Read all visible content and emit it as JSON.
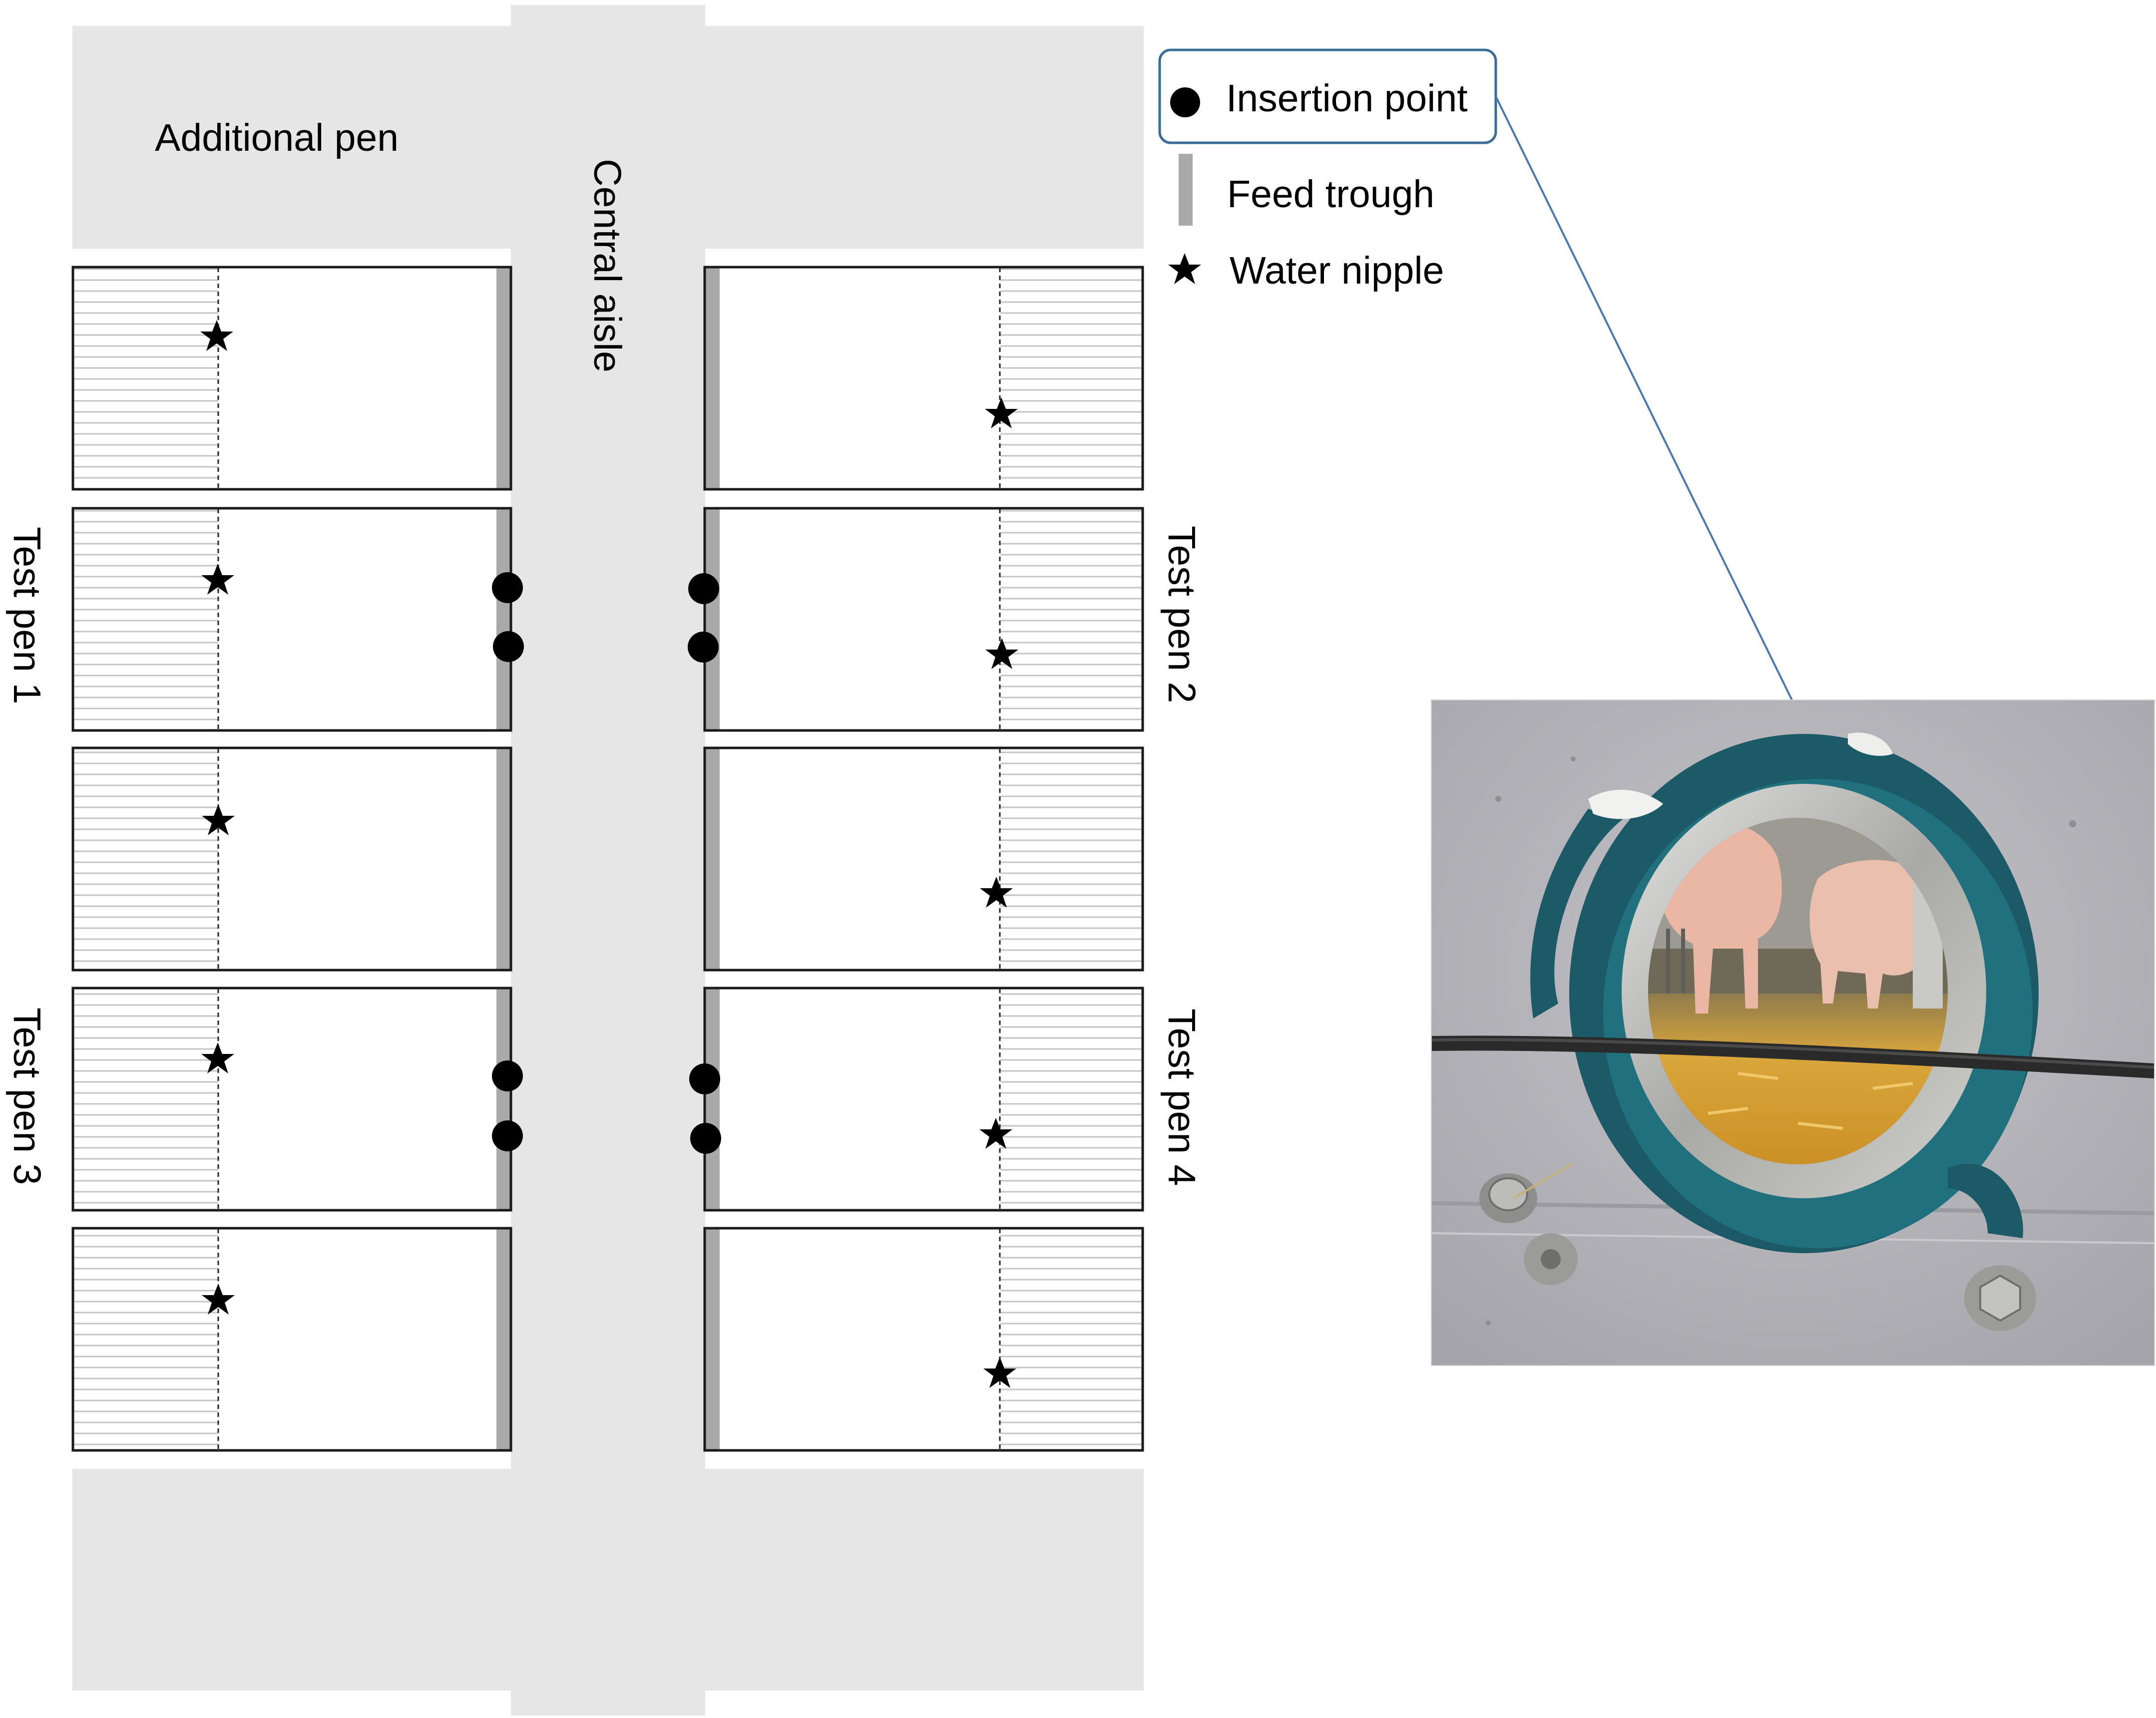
{
  "labels": {
    "additional_pen": "Additional pen",
    "central_aisle": "Central aisle",
    "test_pen_1": "Test pen 1",
    "test_pen_2": "Test pen 2",
    "test_pen_3": "Test pen 3",
    "test_pen_4": "Test pen 4"
  },
  "legend": {
    "insertion_point": "Insertion point",
    "feed_trough": "Feed trough",
    "water_nipple": "Water nipple"
  },
  "colors": {
    "aisle": "#e6e6e6",
    "pen_border": "#1a1a1a",
    "slat": "#c4c4c4",
    "trough": "#a9a9a9",
    "callout_box": "#3a6d98",
    "callout_line": "#4a78b0",
    "photo_wall": "#b5b5bb",
    "photo_sealant": "#1b5a66",
    "photo_straw": "#d8a437",
    "photo_pig": "#e9b7a4"
  },
  "icons": {
    "insertion_point": "filled-circle-icon",
    "feed_trough": "grey-bar-icon",
    "water_nipple": "star-icon"
  }
}
